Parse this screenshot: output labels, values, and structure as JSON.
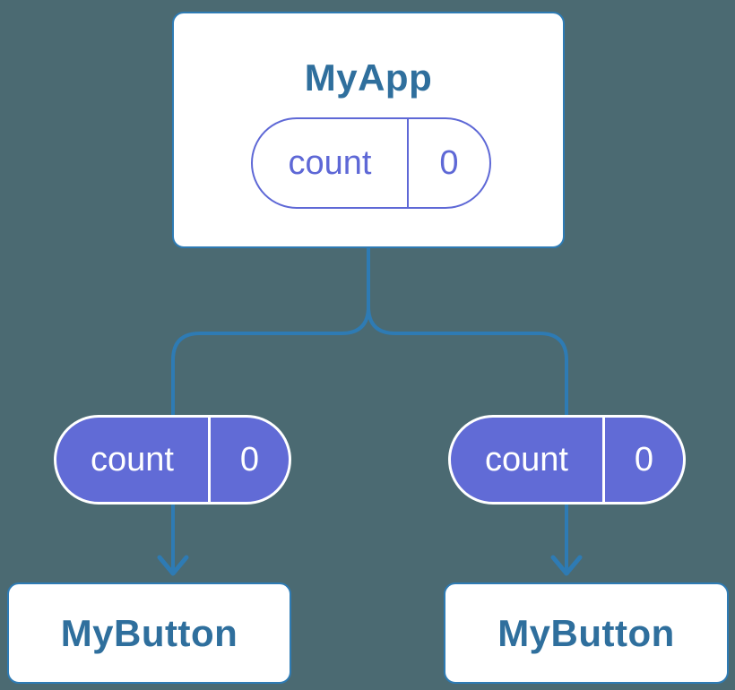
{
  "diagram": {
    "root": {
      "title": "MyApp",
      "pill": {
        "label": "count",
        "value": "0"
      }
    },
    "children": [
      {
        "pill": {
          "label": "count",
          "value": "0"
        },
        "box": {
          "title": "MyButton"
        }
      },
      {
        "pill": {
          "label": "count",
          "value": "0"
        },
        "box": {
          "title": "MyButton"
        }
      }
    ],
    "colors": {
      "background": "#4B6A72",
      "connector_blue": "#2E7BB4",
      "node_border_blue": "#2E7BB4",
      "node_title_blue": "#2F6F9D",
      "state_purple": "#5E68D6",
      "prop_fill_purple": "#616BD6",
      "node_fill": "#FFFFFF",
      "prop_text": "#FFFFFF"
    }
  }
}
